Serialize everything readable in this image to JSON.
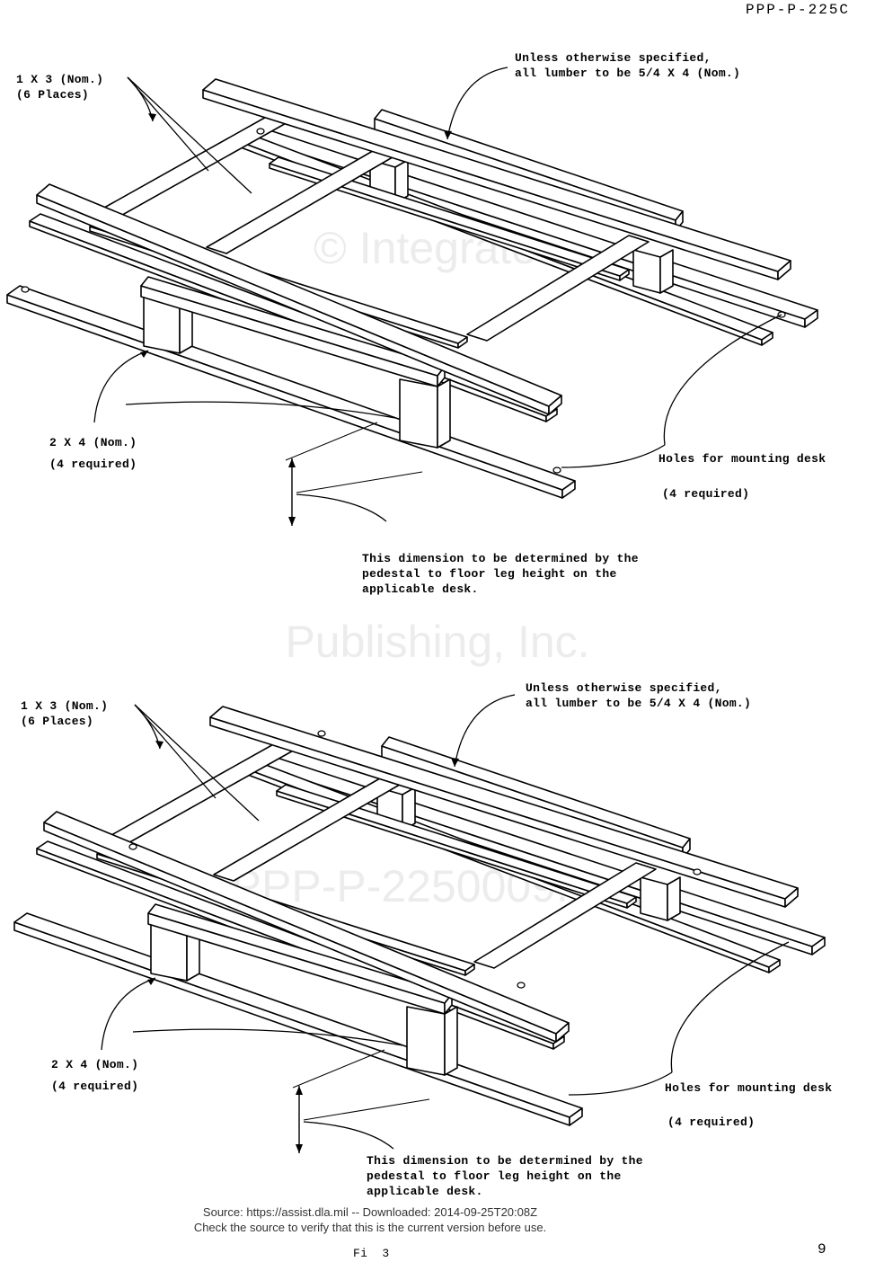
{
  "document_id": "PPP-P-225C",
  "watermark": {
    "line1": "© Integrated",
    "line2": "Publishing, Inc.",
    "line3": "PPP-P-2250009.png"
  },
  "figures": [
    {
      "slat_label": "1 X 3 (Nom.)",
      "slat_places": "(6 Places)",
      "lumber_note_1": "Unless otherwise specified,",
      "lumber_note_2": "all lumber to be 5/4 X 4 (Nom.)",
      "block_label": "2 X 4 (Nom.)",
      "block_required": "(4 required)",
      "holes_label": "Holes for mounting desk",
      "holes_required": "(4 required)",
      "dimension_note_1": "This dimension to be determined by the",
      "dimension_note_2": "pedestal to floor leg height on the",
      "dimension_note_3": "applicable desk."
    },
    {
      "slat_label": "1 X 3 (Nom.)",
      "slat_places": "(6 Places)",
      "lumber_note_1": "Unless otherwise specified,",
      "lumber_note_2": "all lumber to be 5/4 X 4 (Nom.)",
      "block_label": "2 X 4 (Nom.)",
      "block_required": "(4 required)",
      "holes_label": "Holes for mounting desk",
      "holes_required": "(4 required)",
      "dimension_note_1": "This dimension to be determined by the",
      "dimension_note_2": "pedestal to floor leg height on the",
      "dimension_note_3": "applicable desk."
    }
  ],
  "source_line_1": "Source: https://assist.dla.mil -- Downloaded: 2014-09-25T20:08Z",
  "source_line_2": "Check the source to verify that this is the current version before use.",
  "figure_caption": "Fi  3",
  "page_number": "9"
}
